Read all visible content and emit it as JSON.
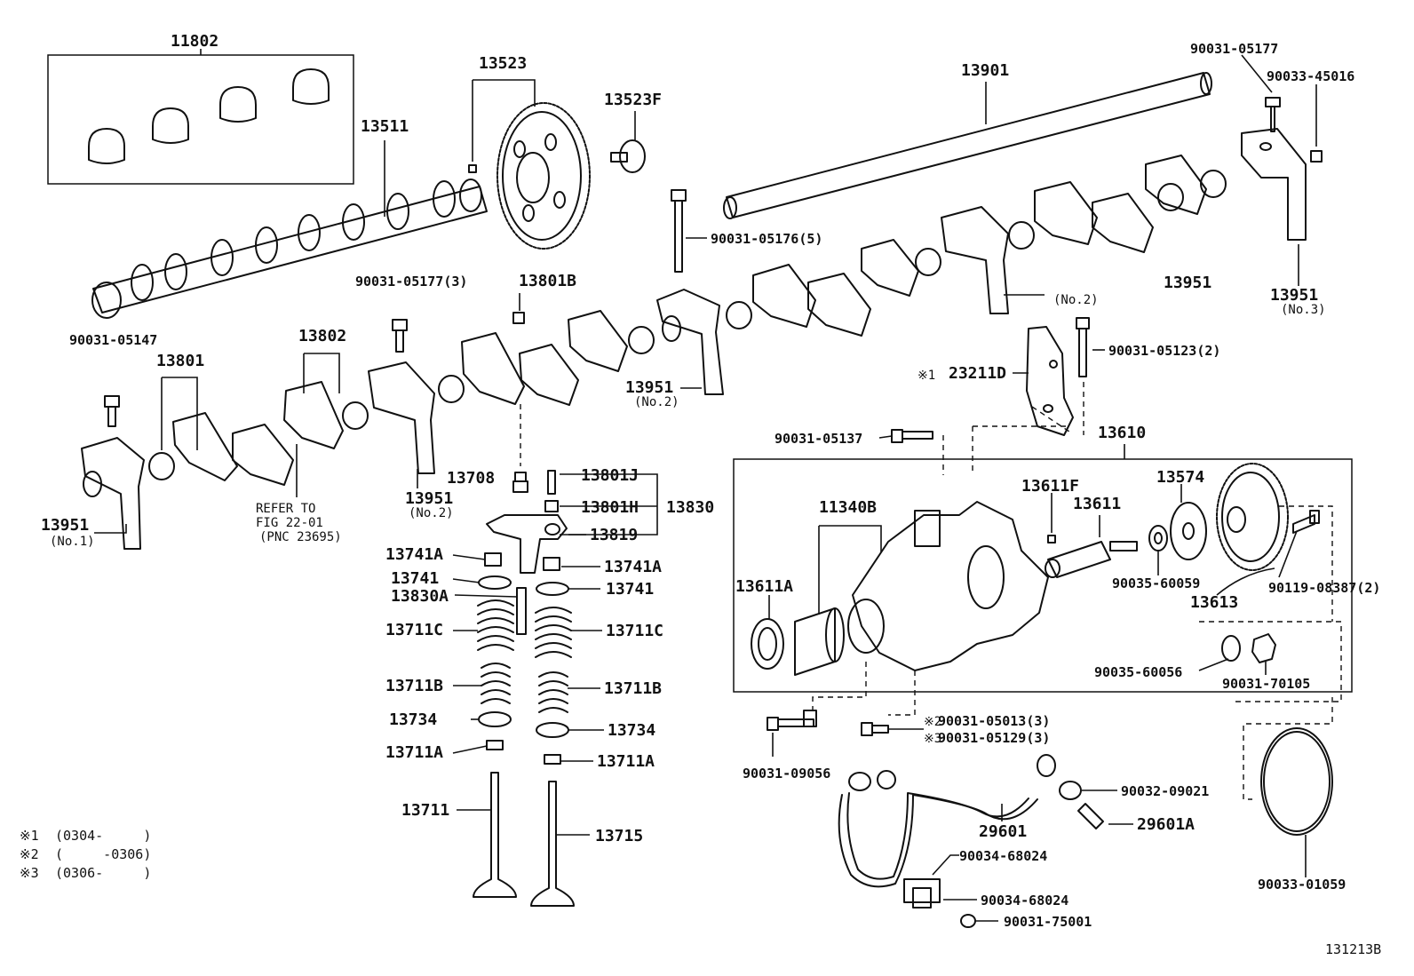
{
  "labels": {
    "l11802": "11802",
    "l13511": "13511",
    "l13523": "13523",
    "l13523F": "13523F",
    "l13901": "13901",
    "l90031_05177": "90031-05177",
    "l90033_45016": "90033-45016",
    "l90031_05176": "90031-05176(5)",
    "l13951_no2_top": "13951",
    "l13951_no3": "13951",
    "l90031_05177_3": "90031-05177(3)",
    "l13801B": "13801B",
    "l90031_05147": "90031-05147",
    "l13801": "13801",
    "l13802": "13802",
    "l13951_no2_mid": "13951",
    "l90031_05123": "90031-05123(2)",
    "l23211D": "23211D",
    "l90031_05137": "90031-05137",
    "l13610": "13610",
    "l13708": "13708",
    "l13801J": "13801J",
    "l13801H": "13801H",
    "l13830": "13830",
    "l13819": "13819",
    "l13951_no2_low": "13951",
    "l13951_no1": "13951",
    "l13741A_left": "13741A",
    "l13741A_right": "13741A",
    "l13741_left": "13741",
    "l13741_right": "13741",
    "l13830A": "13830A",
    "l13711C_left": "13711C",
    "l13711C_right": "13711C",
    "l13711B_left": "13711B",
    "l13711B_right": "13711B",
    "l13734_left": "13734",
    "l13734_right": "13734",
    "l13711A_left": "13711A",
    "l13711A_right": "13711A",
    "l13711": "13711",
    "l13715": "13715",
    "l11340B": "11340B",
    "l13611F": "13611F",
    "l13611": "13611",
    "l13574": "13574",
    "l13611A": "13611A",
    "l90035_60059": "90035-60059",
    "l90119_08387": "90119-08387(2)",
    "l13613": "13613",
    "l90035_60056": "90035-60056",
    "l90031_70105": "90031-70105",
    "l90031_05013": "90031-05013(3)",
    "l90031_05129": "90031-05129(3)",
    "l90031_09056": "90031-09056",
    "l90032_09021": "90032-09021",
    "l29601": "29601",
    "l29601A": "29601A",
    "l90034_68024_a": "90034-68024",
    "l90034_68024_b": "90034-68024",
    "l90031_75001": "90031-75001",
    "l90033_01059": "90033-01059"
  },
  "sublabels": {
    "no1": "(No.1)",
    "no2_a": "(No.2)",
    "no2_b": "(No.2)",
    "no2_c": "(No.2)",
    "no3": "(No.3)"
  },
  "marks": {
    "ref_mark_1": "※1",
    "ref_mark_2": "※2",
    "ref_mark_3": "※3"
  },
  "refer": {
    "line1": "REFER TO",
    "line2": "FIG 22-01",
    "line3": "(PNC 23695)"
  },
  "notes": [
    {
      "mark": "※1",
      "range": "(0304-     )"
    },
    {
      "mark": "※2",
      "range": "(     -0306)"
    },
    {
      "mark": "※3",
      "range": "(0306-     )"
    }
  ],
  "figure_id": "131213B"
}
